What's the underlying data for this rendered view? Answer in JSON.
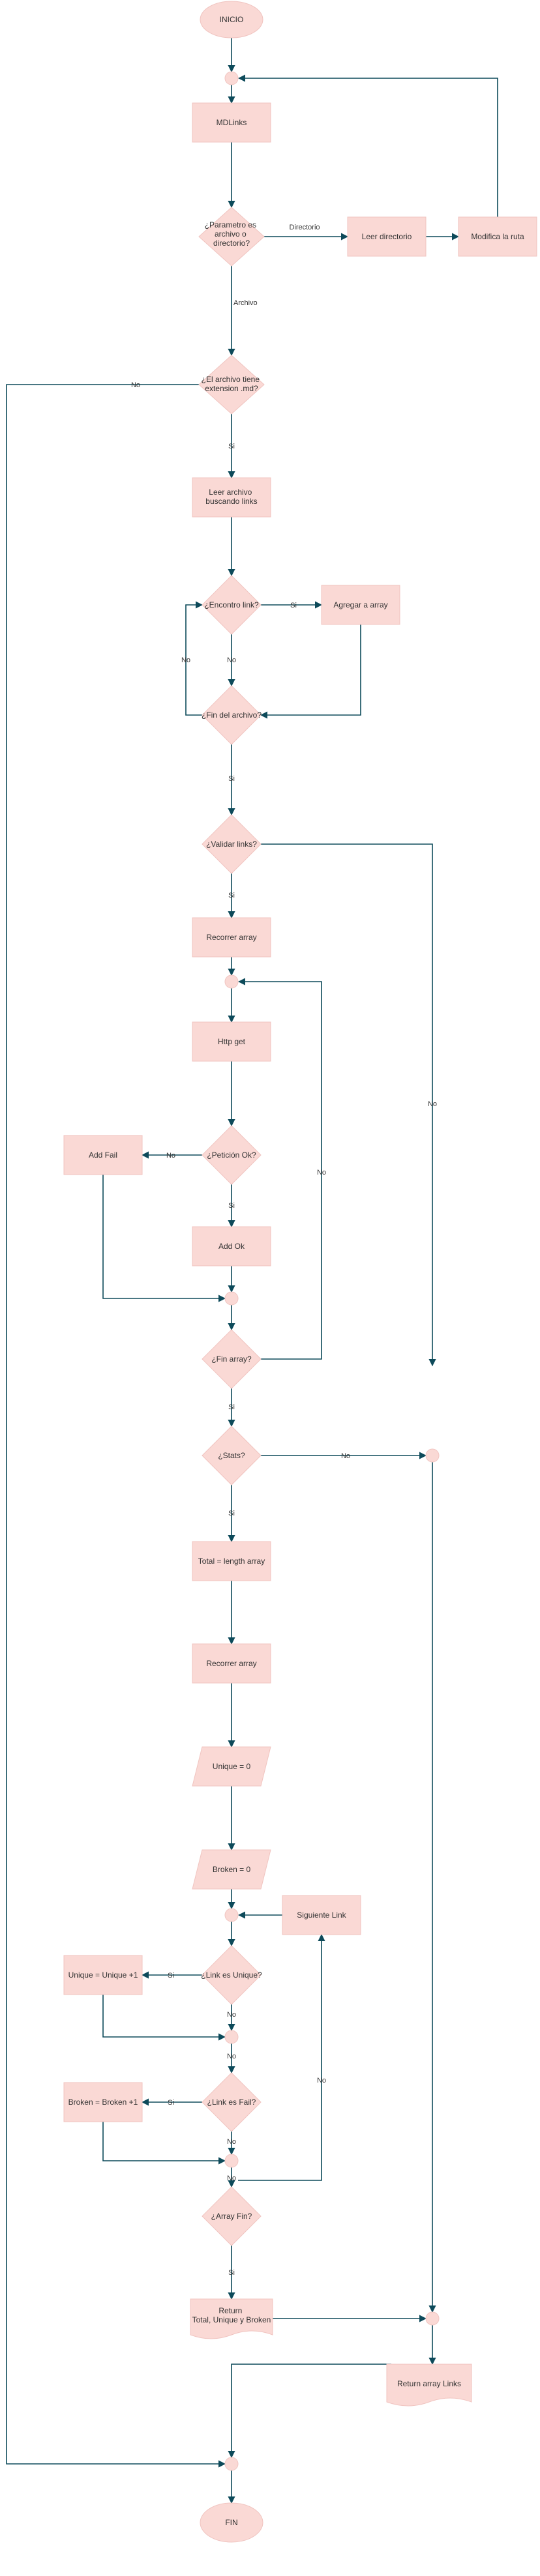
{
  "nodes": {
    "inicio": "INICIO",
    "mdlinks": "MDLinks",
    "parametro": [
      "¿Parametro es",
      "archivo o",
      "directorio?"
    ],
    "leer_directorio": "Leer directorio",
    "modifica_ruta": "Modifica la  ruta",
    "extension": [
      "¿El archivo tiene",
      "extension .md?"
    ],
    "leer_archivo": [
      "Leer archivo",
      "buscando links"
    ],
    "encontro_link": "¿Encontro link?",
    "agregar_array": "Agregar a array",
    "fin_archivo": "¿Fin del archivo?",
    "validar_links": "¿Validar links?",
    "recorrer_array_1": "Recorrer array",
    "http_get": "Http get",
    "peticion_ok": "¿Petición Ok?",
    "add_fail": "Add Fail",
    "add_ok": "Add Ok",
    "fin_array_1": "¿Fin array?",
    "stats": "¿Stats?",
    "total": "Total = length array",
    "recorrer_array_2": "Recorrer array",
    "unique_zero": "Unique = 0",
    "broken_zero": "Broken = 0",
    "siguiente_link": "Siguiente Link",
    "link_unique": "¿Link es Unique?",
    "unique_inc": "Unique = Unique +1",
    "link_fail": "¿Link es Fail?",
    "broken_inc": "Broken = Broken +1",
    "array_fin": "¿Array Fin?",
    "return_stats": [
      "Return",
      "Total, Unique y Broken"
    ],
    "return_links": "Return array Links",
    "fin": "FIN"
  },
  "edge_labels": {
    "directorio": "Directorio",
    "archivo": "Archivo",
    "no": "No",
    "si": "Si"
  },
  "colors": {
    "node_fill": "#fad9d5",
    "node_stroke": "#f0c4c0",
    "edge": "#0d4a5a",
    "text": "#333333"
  }
}
